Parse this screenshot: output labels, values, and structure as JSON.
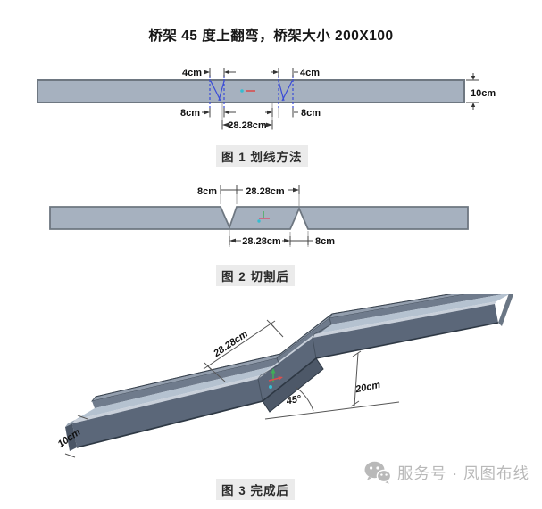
{
  "title": "桥架 45 度上翻弯，桥架大小 200X100",
  "figure1": {
    "caption": "图 1 划线方法",
    "dims": {
      "top_left": "4cm",
      "top_right": "4cm",
      "bottom_left": "8cm",
      "bottom_right": "8cm",
      "center_span": "28.28cm",
      "bar_height": "10cm"
    }
  },
  "figure2": {
    "caption": "图 2 切割后",
    "dims": {
      "top_left": "8cm",
      "top_span": "28.28cm",
      "bottom_span": "28.28cm",
      "bottom_right": "8cm"
    }
  },
  "figure3": {
    "caption": "图 3 完成后",
    "dims": {
      "bend_length": "28.28cm",
      "angle": "45°",
      "rise": "20cm",
      "end_height": "10cm"
    }
  },
  "watermark": {
    "icon": "wechat-icon",
    "text": "服务号 · 凤图布线"
  },
  "colors": {
    "bar_fill": "#a6b1bf",
    "bar_stroke": "#6e7781",
    "mark_blue": "#3a4bd8",
    "dim_line": "#444444",
    "tray_near_wall": "#5b6779",
    "tray_floor": "#b5c2d0",
    "tray_far_wall": "#6f7b8c",
    "tray_rim_light": "#c9d0da",
    "tray_far_rim": "#939ead",
    "caption_bg": "#ebebeb",
    "watermark_gray": "#b9b9b9",
    "ucs_green": "#3fae58",
    "ucs_red": "#d94f4f",
    "ucs_cyan": "#35bdd1"
  }
}
